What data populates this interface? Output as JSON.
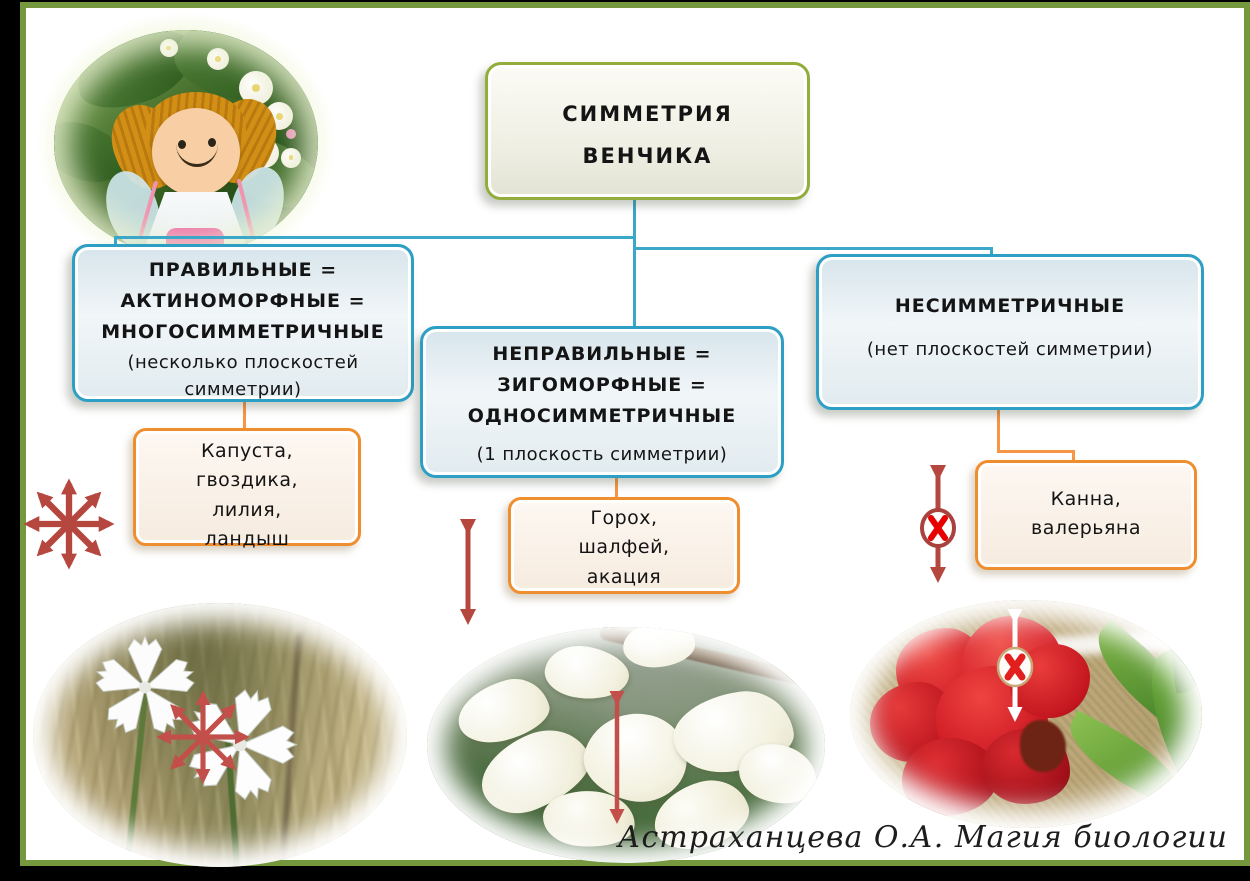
{
  "title_box": {
    "label": "СИММЕТРИЯ\nВЕНЧИКА"
  },
  "branches": [
    {
      "title": "ПРАВИЛЬНЫЕ =\nАКТИНОМОРФНЫЕ =\nМНОГОСИММЕТРИЧНЫЕ",
      "note": "(несколько плоскостей\nсимметрии)",
      "examples": "Капуста,\nгвоздика,\nлилия,\nландыш",
      "symbol": "eight-direction-arrow-star"
    },
    {
      "title": "НЕПРАВИЛЬНЫЕ =\nЗИГОМОРФНЫЕ =\nОДНОСИММЕТРИЧНЫЕ",
      "note": "(1 плоскость симметрии)",
      "examples": "Горох,\nшалфей,\nакация",
      "symbol": "vertical-double-arrow"
    },
    {
      "title": "НЕСИММЕТРИЧНЫЕ",
      "note": "(нет плоскостей симметрии)",
      "examples": "Канна,\nвалерьяна",
      "symbol": "crossed-out-vertical-arrow"
    }
  ],
  "photos": {
    "top_left": "felt-doll-girl-with-white-blossom",
    "bottom_left": "white-dianthus-flowers-with-arrow-star",
    "bottom_middle": "white-acacia-flowers-with-vertical-arrow",
    "bottom_right": "red-canna-flower-with-crossed-arrow"
  },
  "signature": "Астраханцева О.А. Магия биологии",
  "colors": {
    "frame_green": "#75983e",
    "box_green_border": "#93ad3c",
    "box_blue_border": "#2d9fc4",
    "box_orange_border": "#ef8e2e",
    "connector_blue": "#3ba7c9",
    "connector_orange": "#f79646",
    "arrow_red": "#b5473f",
    "x_red": "#e60000"
  }
}
